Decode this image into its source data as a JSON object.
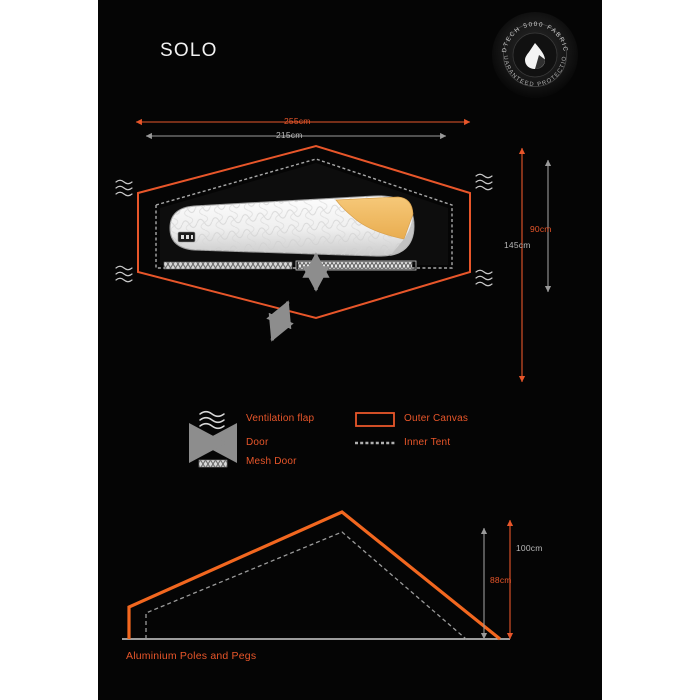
{
  "page": {
    "title": "SOLO",
    "background_color": "#050505",
    "accent_color": "#e8562a",
    "grey_color": "#b9b9b9"
  },
  "badge": {
    "top_text": "DTECH 5000 FABRIC",
    "bottom_text": "GUARANTEED PROTECTION",
    "icon": "droplet-icon"
  },
  "top_view": {
    "width_outer": "255cm",
    "width_inner": "215cm",
    "height_inner": "90cm",
    "height_outer": "145cm"
  },
  "legend": {
    "items": [
      {
        "label": "Ventilation flap",
        "icon": "wave-lines-icon"
      },
      {
        "label": "Door",
        "icon": "double-arrow-icon"
      },
      {
        "label": "Mesh Door",
        "icon": "mesh-band-icon"
      },
      {
        "label": "Outer Canvas",
        "icon": "orange-rectangle-icon"
      },
      {
        "label": "Inner Tent",
        "icon": "dashed-line-icon"
      }
    ]
  },
  "side_view": {
    "height_outer": "100cm",
    "height_inner": "88cm",
    "caption": "Aluminium Poles and Pegs"
  }
}
